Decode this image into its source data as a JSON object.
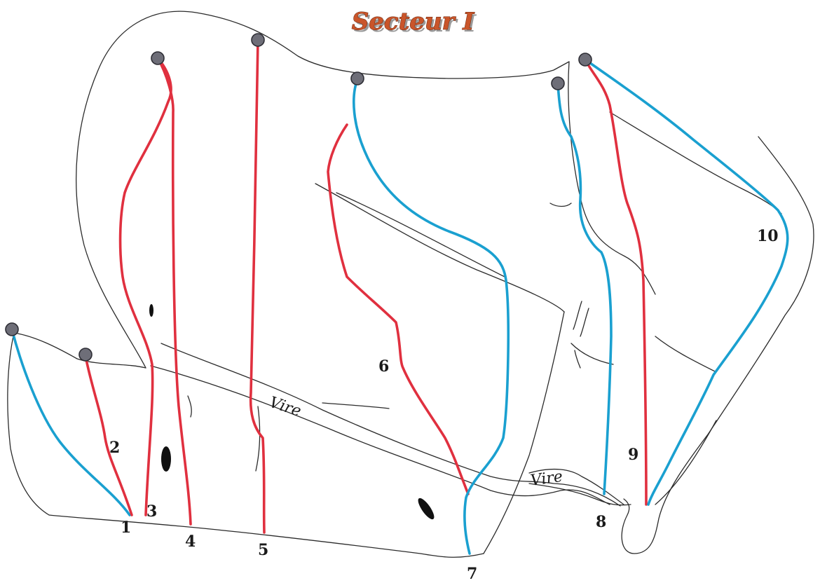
{
  "title": "Secteur I",
  "ledge_label": "Vire",
  "colors": {
    "route_red": "#e0303f",
    "route_blue": "#1aa0d0",
    "rock_line": "#2b2b2b",
    "anchor": "#6e6e78"
  },
  "routes": [
    {
      "number": "1",
      "color": "blue"
    },
    {
      "number": "2",
      "color": "red"
    },
    {
      "number": "3",
      "color": "red"
    },
    {
      "number": "4",
      "color": "red"
    },
    {
      "number": "5",
      "color": "red"
    },
    {
      "number": "6",
      "color": "red"
    },
    {
      "number": "7",
      "color": "blue"
    },
    {
      "number": "8",
      "color": "blue"
    },
    {
      "number": "9",
      "color": "red"
    },
    {
      "number": "10",
      "color": "blue"
    }
  ]
}
